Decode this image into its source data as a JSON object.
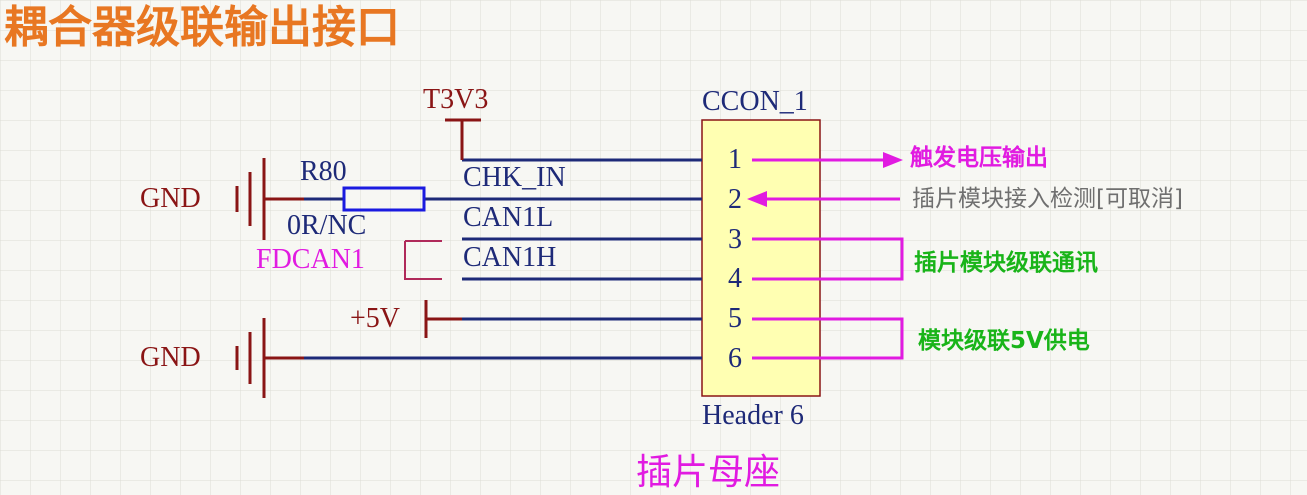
{
  "title": "耦合器级联输出接口",
  "connector": {
    "designator": "CCON_1",
    "part": "Header 6",
    "description": "插片母座",
    "pins": [
      "1",
      "2",
      "3",
      "4",
      "5",
      "6"
    ],
    "body_color": "#ffffb2"
  },
  "power_ports": {
    "t3v3": "T3V3",
    "plus5v": "+5V",
    "gnd_top": "GND",
    "gnd_bottom": "GND"
  },
  "resistor": {
    "designator": "R80",
    "value": "0R/NC"
  },
  "net_labels": {
    "chk_in": "CHK_IN",
    "can1l": "CAN1L",
    "can1h": "CAN1H"
  },
  "port_label": "FDCAN1",
  "annotations": {
    "pin1": "触发电压输出",
    "pin2": "插片模块接入检测[可取消]",
    "pins34": "插片模块级联通讯",
    "pins56": "模块级联5V供电"
  },
  "colors": {
    "title": "#e87722",
    "wire": "#1e2a78",
    "power": "#8a1515",
    "annotation": "#e11be1",
    "note_green": "#19b419",
    "note_gray": "#6f6f6f",
    "grid": "#dcdcd6"
  }
}
